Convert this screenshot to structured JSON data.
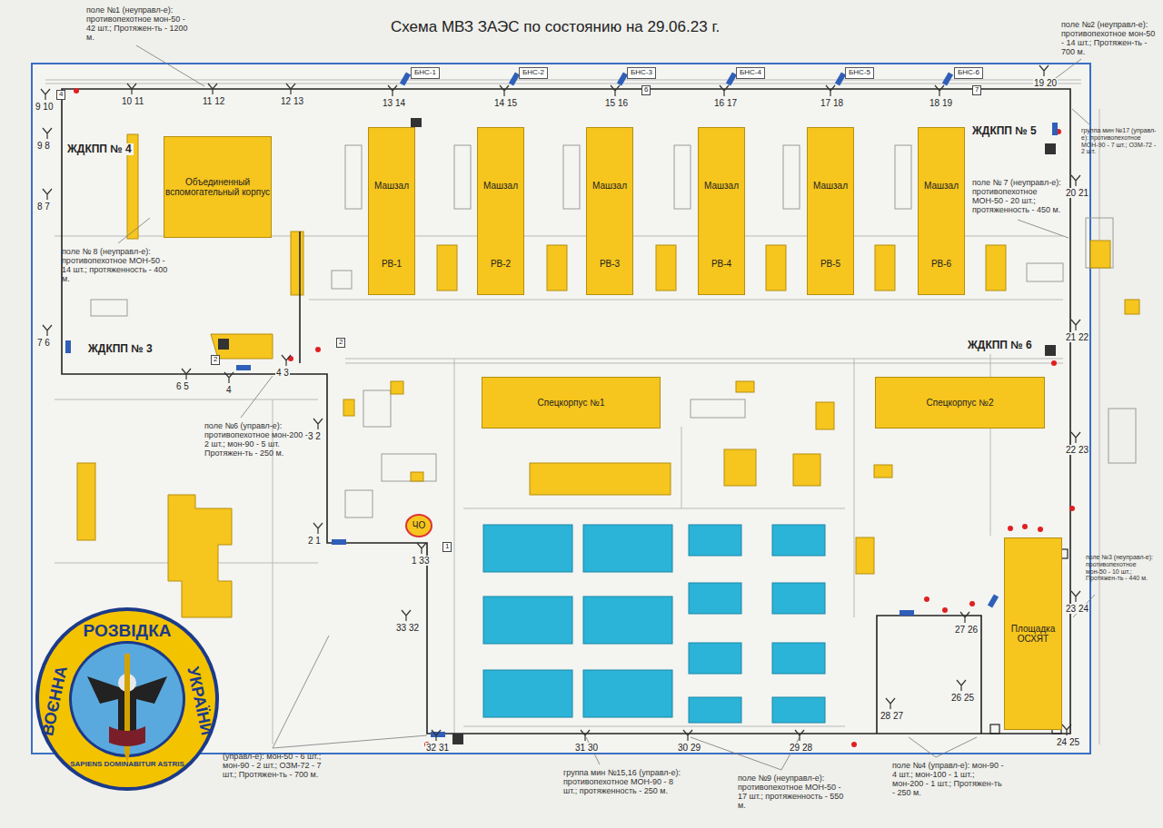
{
  "diagram": {
    "title": "Схема МВЗ ЗАЭС по состоянию на 29.06.23 г.",
    "nodes": [
      {
        "text": [
          "Объединенный вспомогательный корпус"
        ]
      },
      {
        "text": [
          "Машзал",
          "РВ-1"
        ]
      },
      {
        "text": [
          "Машзал",
          "РВ-2"
        ]
      },
      {
        "text": [
          "Машзал",
          "РВ-3"
        ]
      },
      {
        "text": [
          "Машзал",
          "РВ-4"
        ]
      },
      {
        "text": [
          "Машзал",
          "РВ-5"
        ]
      },
      {
        "text": [
          "Машзал",
          "РВ-6"
        ]
      },
      {
        "text": [
          "Спецкорпус №1"
        ]
      },
      {
        "text": [
          "Спецкорпус №2"
        ]
      },
      {
        "text": [
          "ЧО"
        ]
      },
      {
        "text": [
          "Площадка ОСХЯТ"
        ]
      }
    ],
    "labels": [
      "ЖДКПП № 4",
      "ЖДКПП № 3",
      "ЖДКПП № 5",
      "ЖДКПП № 6",
      "БНС-1",
      "БНС-2",
      "БНС-3",
      "БНС-4",
      "БНС-5",
      "БНС-6",
      "9 10",
      "10 11",
      "11 12",
      "12 13",
      "13 14",
      "14 15",
      "15 16",
      "16 17",
      "17 18",
      "18 19",
      "19 20",
      "20 21",
      "21 22",
      "22 23",
      "23 24",
      "24 25",
      "26 25",
      "27 26",
      "28 27",
      "29 28",
      "30 29",
      "31 30",
      "32 31",
      "33 32",
      "1 33",
      "2 1",
      "3 2",
      "4 3",
      "4",
      "6 5",
      "7 6",
      "8 7",
      "9 8",
      "1",
      "2",
      "2",
      "4",
      "6",
      "7",
      "поле №1 (неуправл-е): противопехотное мон-50 - 42 шт.; Протяжен-ть - 1200 м.",
      "поле №2 (неуправл-е): противопехотное мон-50 - 14 шт.; Протяжен-ть - 700 м.",
      "поле № 8 (неуправл-е): противопехотное МОН-50 - 14 шт.; протяженность - 400 м.",
      "поле № 7 (неуправл-е): противопехотное МОН-50 - 20 шт.; протяженность - 450 м.",
      "группа мин №17 (управл-е): противопехотное МОН-90 - 7 шт.; ОЗМ-72 - 2 шт.",
      "поле №6 (управл-е): противопехотное мон-200 - 2 шт.; мон-90 - 5 шт. Протяжен-ть - 250 м.",
      "поле №3 (неуправл-е): противопехотное мон-50 - 10 шт.; Протяжен-ть - 440 м.",
      "(управл-е): мон-50 - 6 шт.; мон-90 - 2 шт.; ОЗМ-72 - 7 шт.; Протяжен-ть - 700 м.",
      "группа мин №15,16 (управл-е): противопехотное МОН-90 - 8 шт.; протяженность - 250 м.",
      "поле №9 (неуправл-е): противопехотное МОН-50 - 17 шт.; протяженность - 550 м.",
      "поле №4 (управл-е): мон-90 - 4 шт.; мон-100 - 1 шт.; мон-200 - 1 шт.; Протяжен-ть - 250 м.",
      "РОЗВІДКА",
      "ВОЄННА",
      "УКРАЇНИ",
      "SAPIENS DOMINABITUR ASTRIS"
    ]
  }
}
